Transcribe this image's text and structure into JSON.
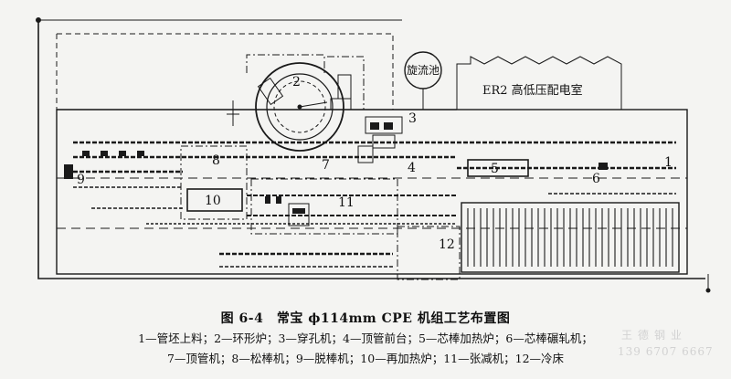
{
  "diagram": {
    "numbers": [
      "1",
      "2",
      "3",
      "4",
      "5",
      "6",
      "7",
      "8",
      "9",
      "10",
      "11",
      "12"
    ],
    "cyclone_label": "旋流池",
    "room_label": "ER2 高低压配电室"
  },
  "caption": "图 6-4　常宝 ϕ114mm CPE 机组工艺布置图",
  "legend": {
    "line1": "1—管坯上料；2—环形炉；3—穿孔机；4—顶管前台；5—芯棒加热炉；6—芯棒碾轧机；",
    "line2": "7—顶管机；8—松棒机；9—脱棒机；10—再加热炉；11—张减机；12—冷床"
  },
  "watermark": {
    "line1": "王德钢业",
    "line2": "139 6707 6667"
  }
}
